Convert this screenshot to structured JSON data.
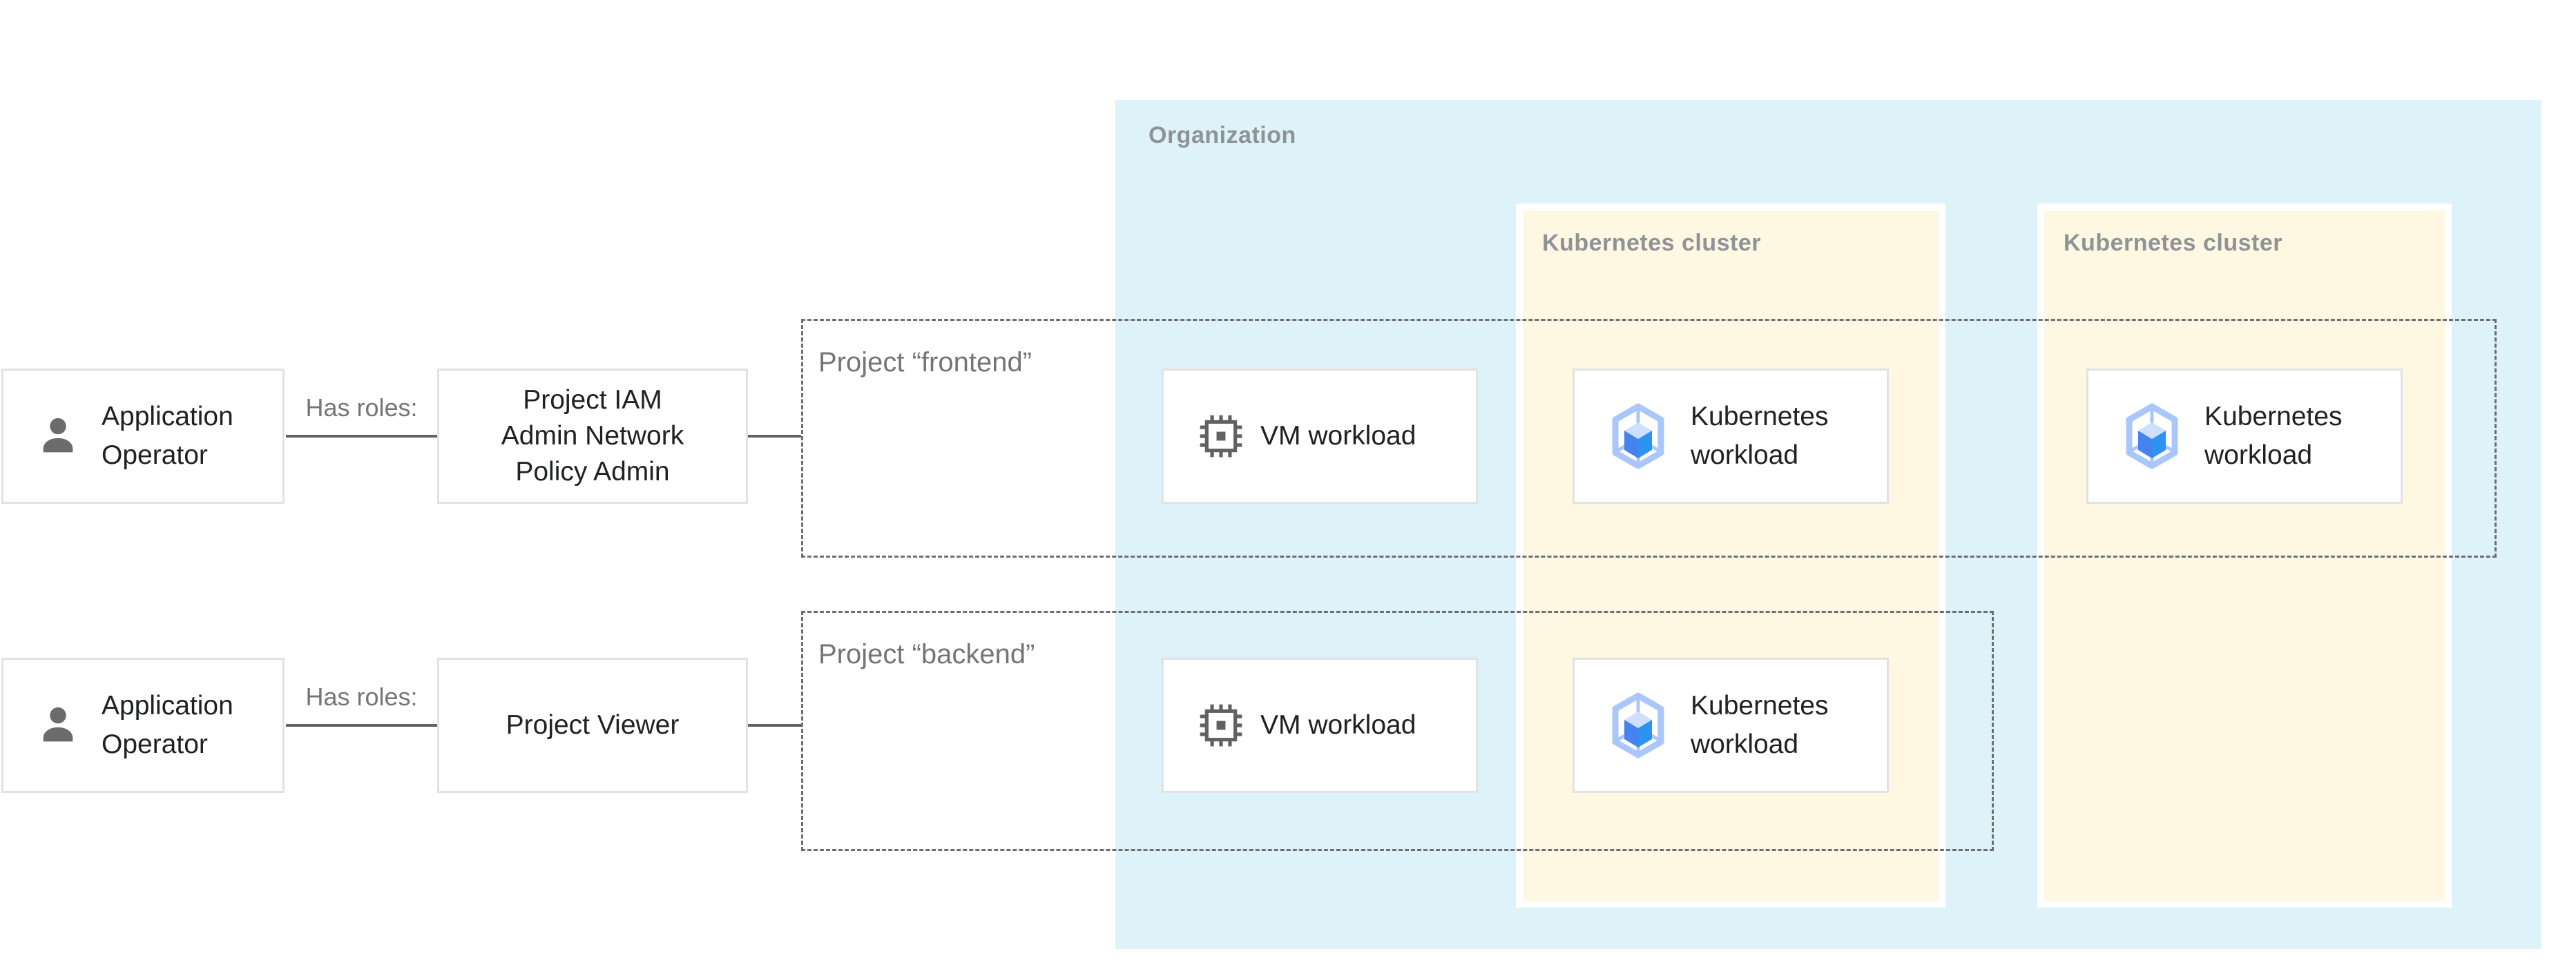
{
  "colors": {
    "organization_bg": "#def2fa",
    "cluster_bg": "#fef7e1",
    "node_border": "#e2e2e2",
    "dashed_border": "#6e6e6e",
    "connector": "#5f6368",
    "text_dark": "#202124",
    "text_gray": "#757575",
    "zone_label": "#8f9397",
    "person_icon": "#6b6b6b",
    "chip_icon": "#616161",
    "gke_hex": "#a9c7fa",
    "gke_top": "#cfe0fc",
    "gke_left": "#4683ee",
    "gke_right": "#2e93f0"
  },
  "organization": {
    "label": "Organization"
  },
  "clusters": {
    "cluster1": {
      "label": "Kubernetes cluster"
    },
    "cluster2": {
      "label": "Kubernetes cluster"
    }
  },
  "projects": {
    "frontend": {
      "label": "Project “frontend”"
    },
    "backend": {
      "label": "Project “backend”"
    }
  },
  "actor": {
    "line1": "Application",
    "line2": "Operator"
  },
  "edges": {
    "has_roles": "Has roles:"
  },
  "roles": {
    "admin": {
      "line1": "Project IAM",
      "line2": "Admin Network",
      "line3": "Policy Admin"
    },
    "viewer": {
      "label": "Project Viewer"
    }
  },
  "workloads": {
    "vm": {
      "label": "VM workload"
    },
    "k8s": {
      "line1": "Kubernetes",
      "line2": "workload"
    }
  }
}
